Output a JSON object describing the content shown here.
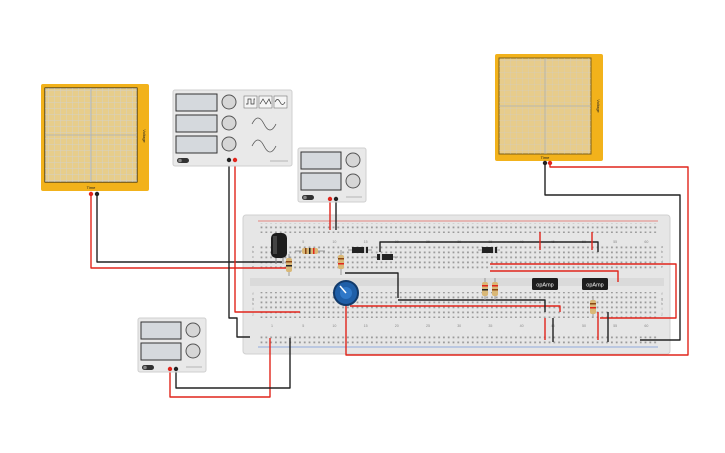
{
  "oscilloscopes": [
    {
      "id": "scope-left",
      "voltage_label": "Voltage",
      "time_label": "Time"
    },
    {
      "id": "scope-right",
      "voltage_label": "Voltage",
      "time_label": "Time"
    }
  ],
  "opamps": [
    {
      "id": "opamp-1",
      "label": "opAmp"
    },
    {
      "id": "opamp-2",
      "label": "opAmp"
    }
  ],
  "breadboard": {
    "column_labels_top": [
      "1",
      "5",
      "10",
      "15",
      "20",
      "25",
      "30",
      "35",
      "40",
      "45",
      "50",
      "55",
      "60"
    ],
    "column_labels_bottom": [
      "1",
      "5",
      "10",
      "15",
      "20",
      "25",
      "30",
      "35",
      "40",
      "45",
      "50",
      "55",
      "60"
    ],
    "row_labels": [
      "a",
      "b",
      "c",
      "d",
      "e",
      "f",
      "g",
      "h",
      "i",
      "j"
    ]
  },
  "colors": {
    "scope_frame": "#f2b21b",
    "scope_screen": "#dfe3e8",
    "wire_red": "#e1251b",
    "wire_black": "#222222",
    "breadboard": "#e6e6e6",
    "instrument": "#e9e9e9",
    "pot_knob": "#1f5fa8"
  }
}
